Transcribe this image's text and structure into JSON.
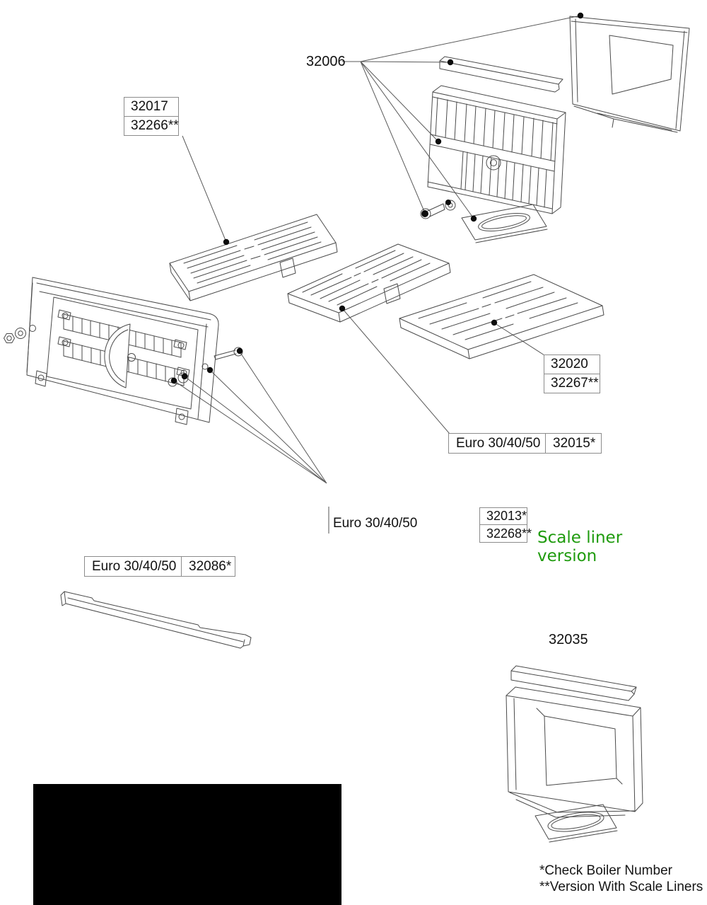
{
  "page": {
    "background": "#ffffff",
    "line_color": "#4a4a4a",
    "label_border_color": "#8c8c8c",
    "text_color": "#111111",
    "green_note_color": "#1f9b0e",
    "redaction_color": "#000000"
  },
  "labels": {
    "l32006": "32006",
    "l32035": "32035",
    "box_32017": {
      "row1": "32017",
      "row2": "32266**"
    },
    "box_32020": {
      "row1": "32020",
      "row2": "32267**"
    },
    "box_32015": {
      "model": "Euro 30/40/50",
      "part": "32015*"
    },
    "box_32013": {
      "row1": "32013*",
      "row2": "32268**"
    },
    "box_32086": {
      "model": "Euro 30/40/50",
      "part": "32086*"
    },
    "euro_model_text": "Euro 30/40/50",
    "scale_liner_note_line1": "Scale liner",
    "scale_liner_note_line2": "version"
  },
  "footnotes": {
    "line1": "*Check Boiler Number",
    "line2": "**Version With Scale Liners"
  }
}
